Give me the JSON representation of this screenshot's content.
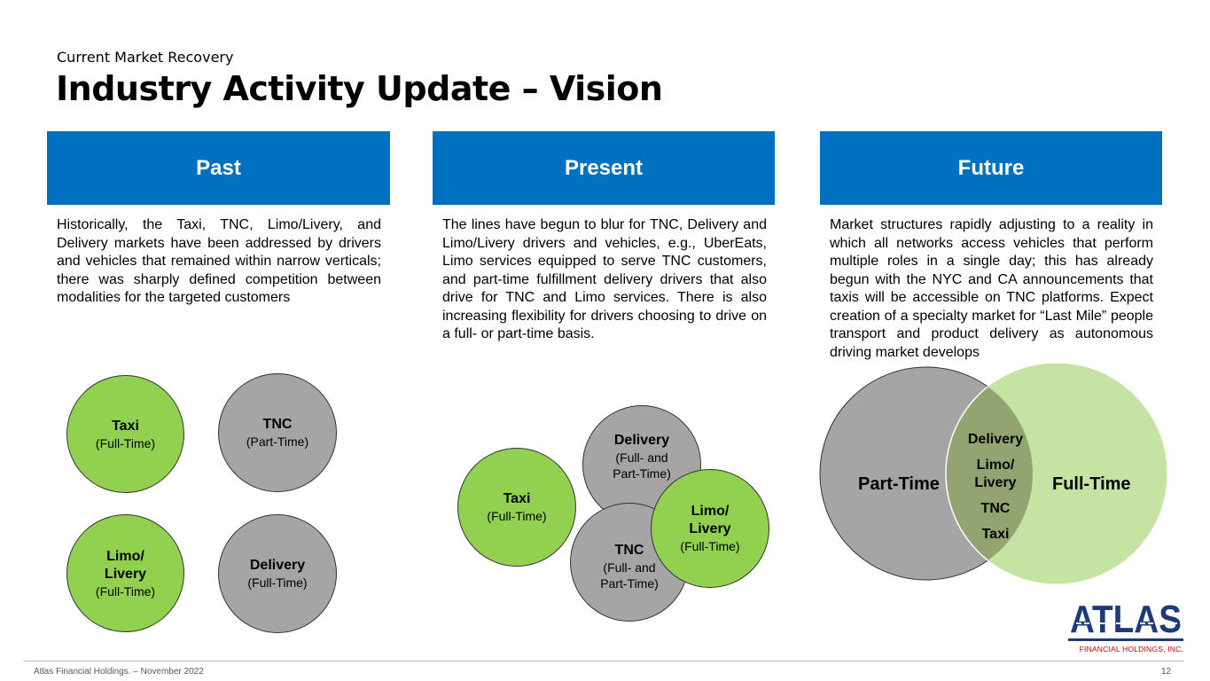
{
  "header": {
    "subtitle": "Current Market Recovery",
    "title": "Industry Activity Update – Vision"
  },
  "columns": {
    "past": {
      "heading": "Past",
      "text": "Historically, the Taxi, TNC, Limo/Livery, and Delivery markets have been addressed by drivers and vehicles that remained within narrow verticals; there was sharply defined competition between modalities for the targeted customers"
    },
    "present": {
      "heading": "Present",
      "text": "The lines have begun to blur for TNC, Delivery and Limo/Livery drivers and vehicles, e.g., UberEats, Limo services equipped to serve TNC customers, and part-time fulfillment delivery drivers that also drive for TNC and Limo services. There is also increasing flexibility for drivers choosing to drive on a full- or part-time basis."
    },
    "future": {
      "heading": "Future",
      "text": "Market structures rapidly adjusting to a reality in which all networks access vehicles that perform multiple roles in a single day; this has already begun with the NYC and CA announcements that taxis will be accessible on TNC platforms. Expect creation of a specialty market for “Last Mile” people transport and product delivery as autonomous driving market develops"
    }
  },
  "past_circles": {
    "taxi": {
      "name": "Taxi",
      "sub": "(Full-Time)"
    },
    "tnc": {
      "name": "TNC",
      "sub": "(Part-Time)"
    },
    "limo": {
      "name": "Limo/ Livery",
      "sub": "(Full-Time)"
    },
    "delivery": {
      "name": "Delivery",
      "sub": "(Full-Time)"
    }
  },
  "present_circles": {
    "taxi": {
      "name": "Taxi",
      "sub": "(Full-Time)"
    },
    "delivery": {
      "name": "Delivery",
      "sub": "(Full- and Part-Time)"
    },
    "tnc": {
      "name": "TNC",
      "sub": "(Full- and Part-Time)"
    },
    "limo": {
      "name": "Limo/ Livery",
      "sub": "(Full-Time)"
    }
  },
  "future_venn": {
    "left_label": "Part-Time",
    "right_label": "Full-Time",
    "overlap": [
      "Delivery",
      "Limo/ Livery",
      "TNC",
      "Taxi"
    ]
  },
  "logo": {
    "name": "ATLAS",
    "tagline": "FINANCIAL HOLDINGS, INC."
  },
  "footer": {
    "text": "Atlas Financial Holdings. – November 2022",
    "page": "12"
  },
  "colors": {
    "header_blue": "#0070c0",
    "green": "#92d050",
    "gray": "#a6a4a4",
    "light_green": "#c5e3a2",
    "logo_navy": "#1f3a7a",
    "logo_red": "#c00000"
  }
}
